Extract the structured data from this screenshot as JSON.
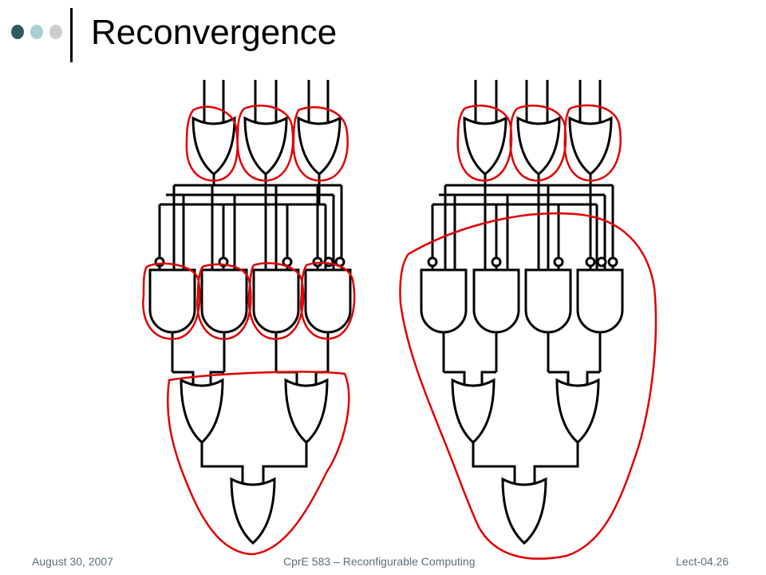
{
  "slide": {
    "title": "Reconvergence",
    "bullet_colors": [
      "#2e5a63",
      "#a7cfd4",
      "#c9cdcf"
    ]
  },
  "footer": {
    "date": "August 30, 2007",
    "course": "CprE 583 – Reconfigurable Computing",
    "lecture": "Lect-04.26"
  },
  "diagram": {
    "gate_color": "#000000",
    "cluster_color": "#e00000"
  }
}
